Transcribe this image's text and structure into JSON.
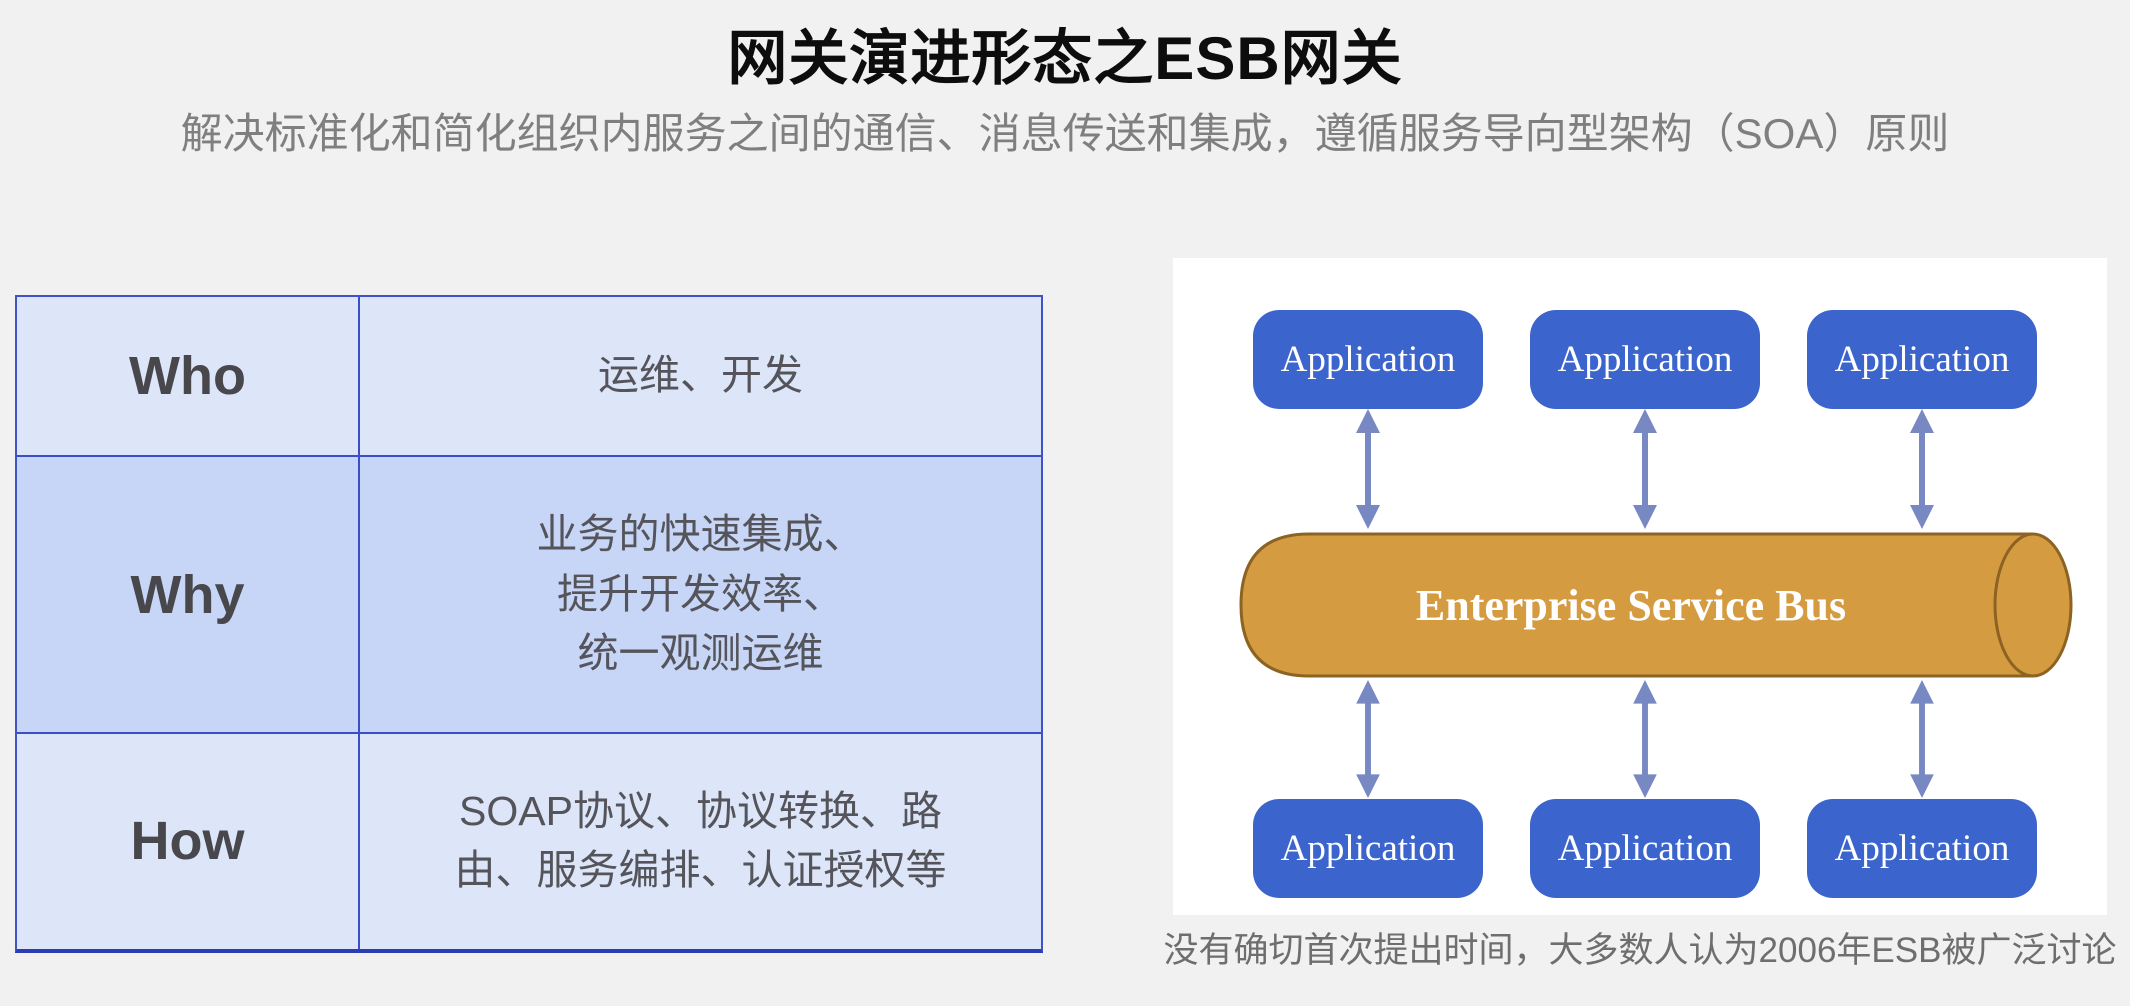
{
  "page": {
    "background": "#f1f1f2",
    "title": "网关演进形态之ESB网关",
    "subtitle": "解决标准化和简化组织内服务之间的通信、消息传送和集成，遵循服务导向型架构（SOA）原则"
  },
  "table": {
    "rows": [
      {
        "key": "Who",
        "value": "运维、开发"
      },
      {
        "key": "Why",
        "value": "业务的快速集成、\n提升开发效率、\n统一观测运维"
      },
      {
        "key": "How",
        "value": "SOAP协议、协议转换、路\n由、服务编排、认证授权等"
      }
    ],
    "colors": {
      "border": "#3a4ec7",
      "row_light": "#dde6f9",
      "row_dark": "#c7d6f7",
      "key_text": "#47474c",
      "value_text": "#54545a"
    }
  },
  "diagram": {
    "apps_top": [
      "Application",
      "Application",
      "Application"
    ],
    "apps_bottom": [
      "Application",
      "Application",
      "Application"
    ],
    "bus_label": "Enterprise Service Bus",
    "caption": "没有确切首次提出时间，大多数人认为2006年ESB被广泛讨论",
    "colors": {
      "panel_bg": "#ffffff",
      "app_fill": "#3b64cd",
      "app_text": "#ffffff",
      "bus_fill": "#d59b41",
      "bus_stroke": "#8c6322",
      "arrow": "#7788c3"
    }
  }
}
